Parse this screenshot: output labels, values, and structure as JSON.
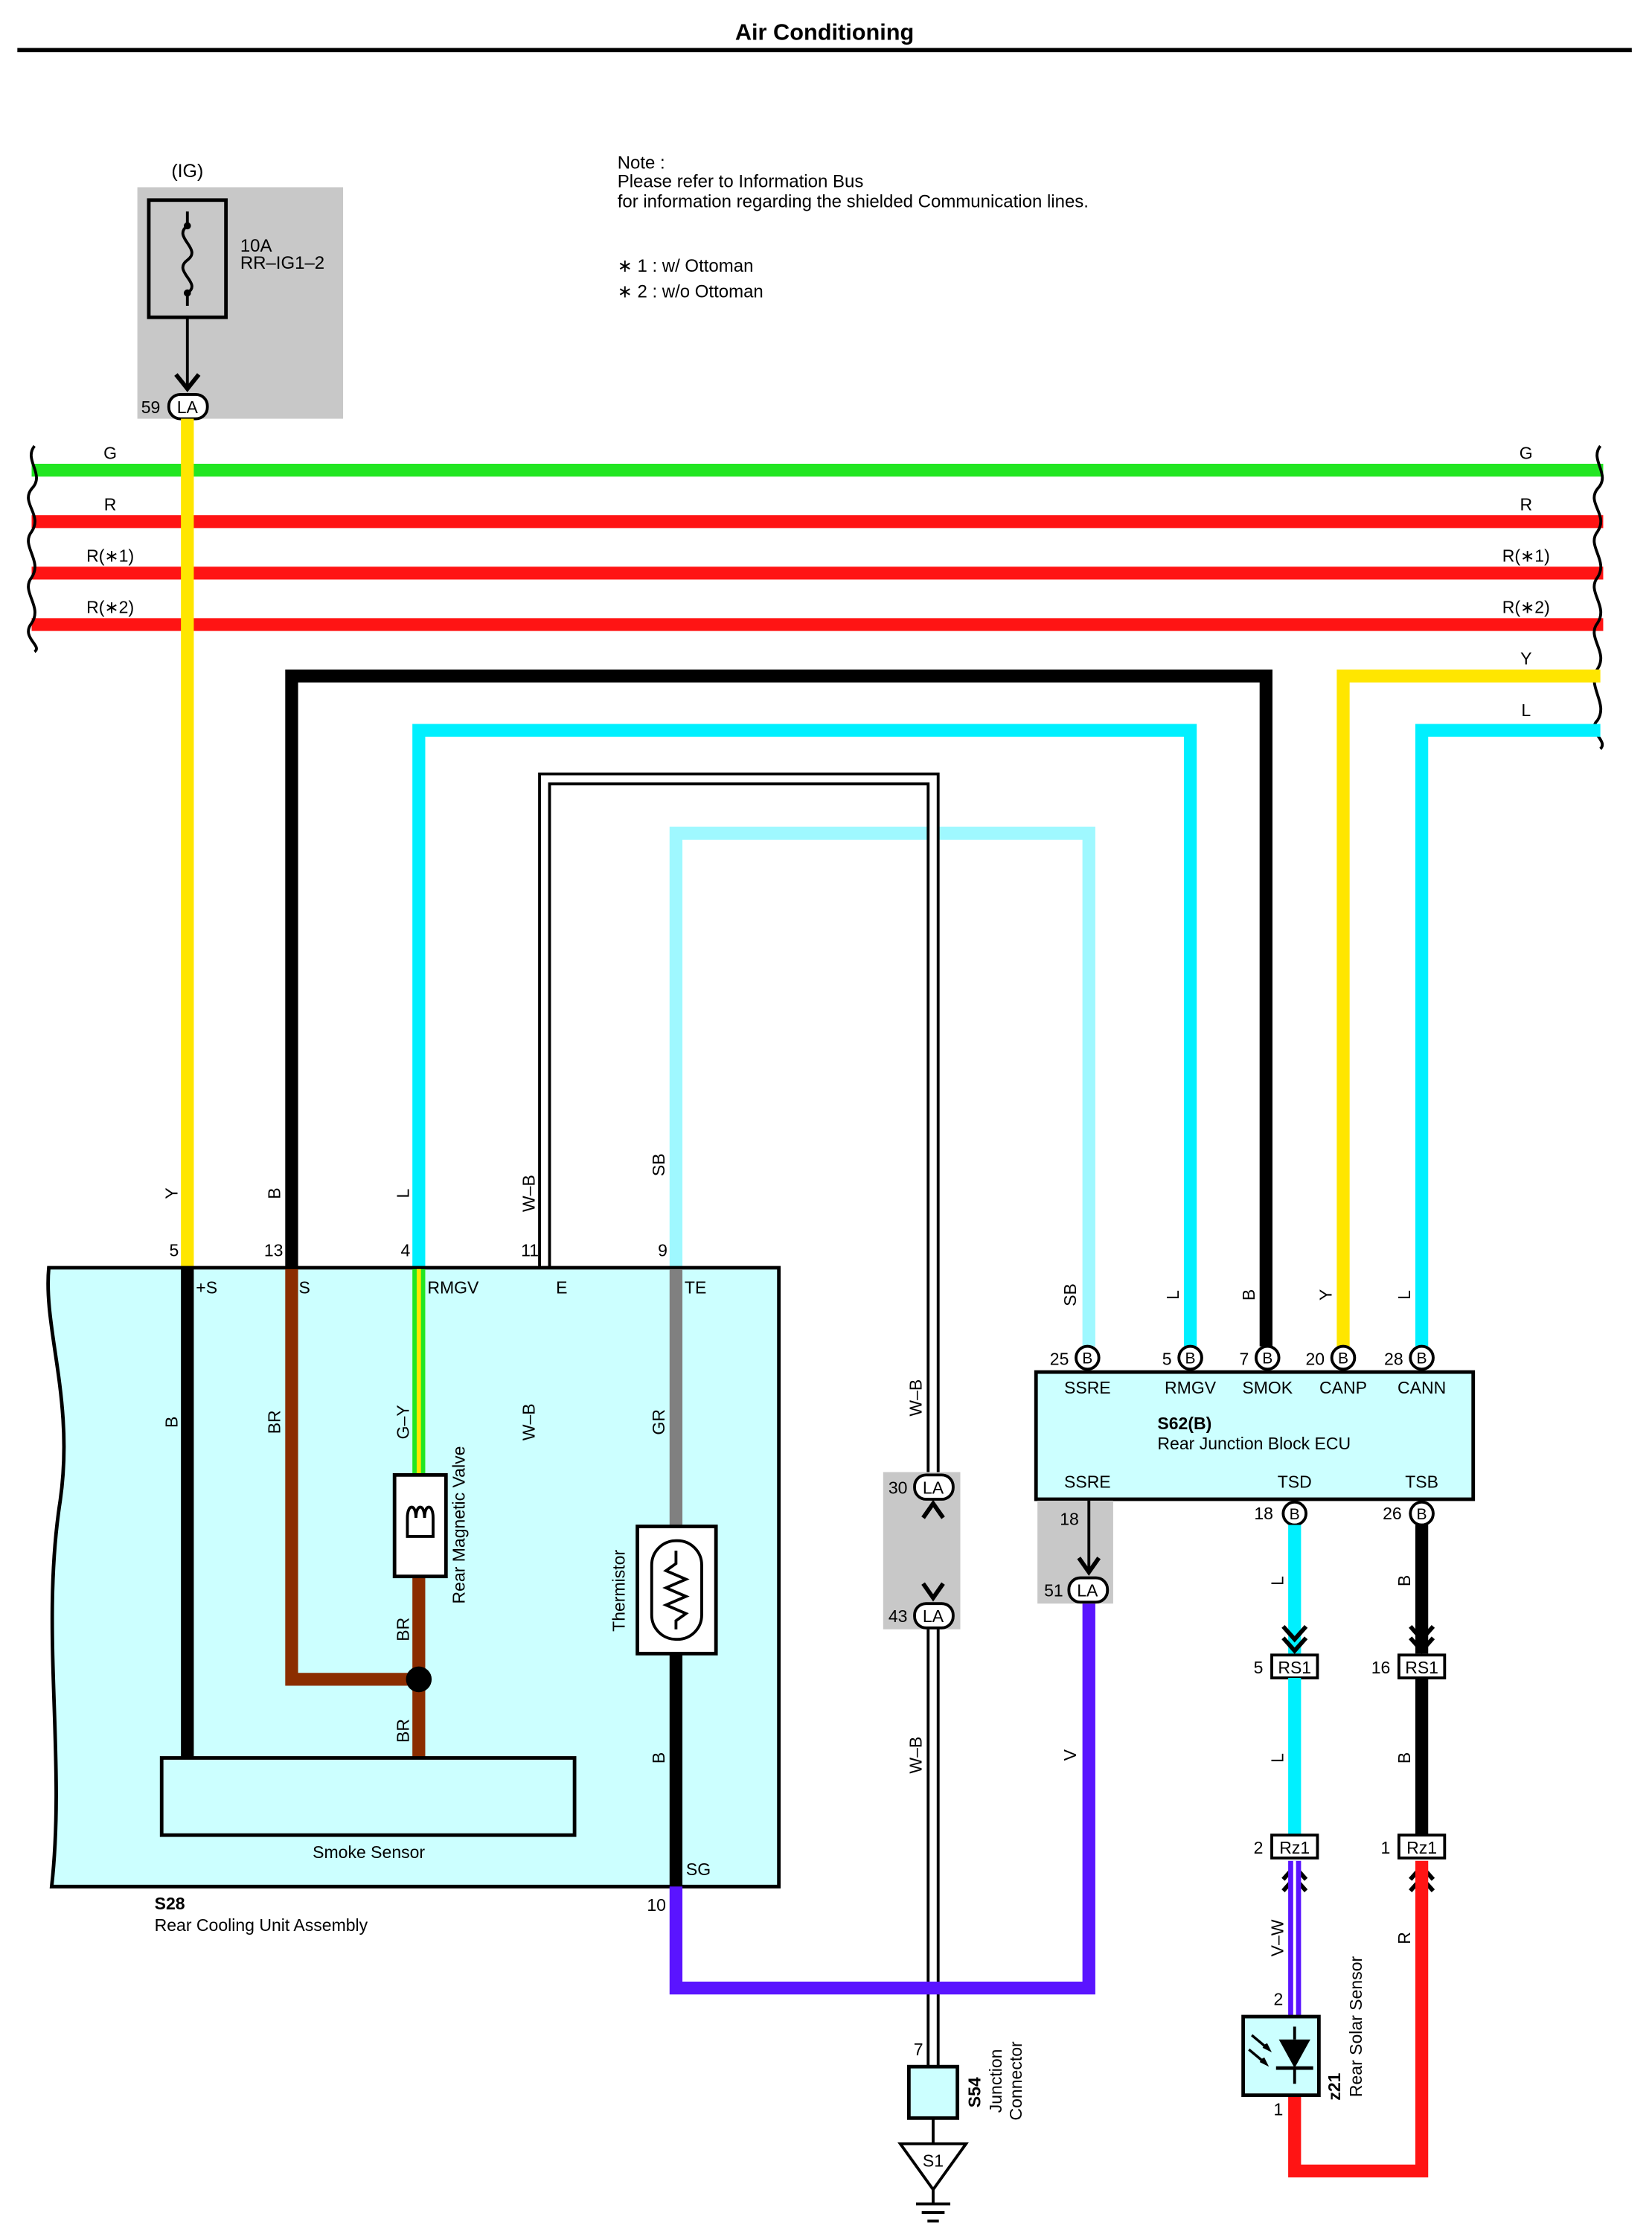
{
  "header": {
    "title": "Air Conditioning"
  },
  "note": {
    "lines": [
      "Note :",
      "Please refer to Information Bus",
      "for information regarding the shielded Communication lines."
    ],
    "legend": [
      "∗ 1 : w/ Ottoman",
      "∗ 2 : w/o Ottoman"
    ]
  },
  "fuse": {
    "source": "(IG)",
    "rating": "10A",
    "name": "RR–IG1–2",
    "pin": "59",
    "connector": "LA"
  },
  "bus_wires": {
    "left": [
      "G",
      "R",
      "R(∗1)",
      "R(∗2)"
    ],
    "right": [
      "G",
      "R",
      "R(∗1)",
      "R(∗2)",
      "Y",
      "L"
    ]
  },
  "wire_colors": {
    "G": "#22e622",
    "R": "#ff1414",
    "Y": "#ffe600",
    "B": "#000000",
    "L": "#00f0ff",
    "SB": "#9ff8ff",
    "BR": "#8b2d00",
    "GR": "#808080",
    "V": "#5a14ff",
    "G-Y": "#9be81a",
    "box_fill": "#ccffff",
    "shade": "#c8c8c8"
  },
  "s28": {
    "id": "S28",
    "name": "Rear Cooling Unit Assembly",
    "pins": [
      {
        "num": "5",
        "wire": "Y",
        "term": "+S"
      },
      {
        "num": "13",
        "wire": "B",
        "term": "S"
      },
      {
        "num": "4",
        "wire": "L",
        "term": "RMGV"
      },
      {
        "num": "11",
        "wire": "W–B",
        "term": "E"
      },
      {
        "num": "9",
        "wire": "SB",
        "term": "TE"
      }
    ],
    "sg_pin": "10",
    "sg_term": "SG",
    "inner_wires": [
      "B",
      "BR",
      "G–Y",
      "W–B",
      "GR",
      "BR",
      "BR",
      "B"
    ],
    "valve": "Rear Magnetic Valve",
    "thermistor": "Thermistor",
    "smoke_sensor": "Smoke Sensor"
  },
  "s62": {
    "id": "S62(B)",
    "name": "Rear Junction Block ECU",
    "top_pins": [
      {
        "num": "25",
        "conn": "B",
        "term": "SSRE",
        "wire": "SB"
      },
      {
        "num": "5",
        "conn": "B",
        "term": "RMGV",
        "wire": "L"
      },
      {
        "num": "7",
        "conn": "B",
        "term": "SMOK",
        "wire": "B"
      },
      {
        "num": "20",
        "conn": "B",
        "term": "CANP",
        "wire": "Y"
      },
      {
        "num": "28",
        "conn": "B",
        "term": "CANN",
        "wire": "L"
      }
    ],
    "bottom_terms": [
      "SSRE",
      "TSD",
      "TSB"
    ],
    "bottom_pins": [
      {
        "num": "18",
        "conn": "B"
      },
      {
        "num": "26",
        "conn": "B"
      }
    ]
  },
  "la_connector": {
    "pin18": "18",
    "pin51": "51",
    "conn": "LA",
    "v_wire": "V"
  },
  "wb_connector": {
    "wire_top": "W–B",
    "pin30": "30",
    "pin43": "43",
    "conn": "LA",
    "wire_bottom": "W–B"
  },
  "s54": {
    "id": "S54",
    "name1": "Junction",
    "name2": "Connector",
    "pin": "7",
    "ground": "S1"
  },
  "rs1": [
    {
      "num": "5",
      "conn": "RS1",
      "wire_above": "L",
      "wire_below": "L"
    },
    {
      "num": "16",
      "conn": "RS1",
      "wire_above": "B",
      "wire_below": "B"
    }
  ],
  "rz1": [
    {
      "num": "2",
      "conn": "Rz1",
      "wire_below": "V–W"
    },
    {
      "num": "1",
      "conn": "Rz1",
      "wire_below": "R"
    }
  ],
  "z21": {
    "id": "z21",
    "name": "Rear Solar Sensor",
    "pin_top": "2",
    "pin_bottom": "1"
  }
}
